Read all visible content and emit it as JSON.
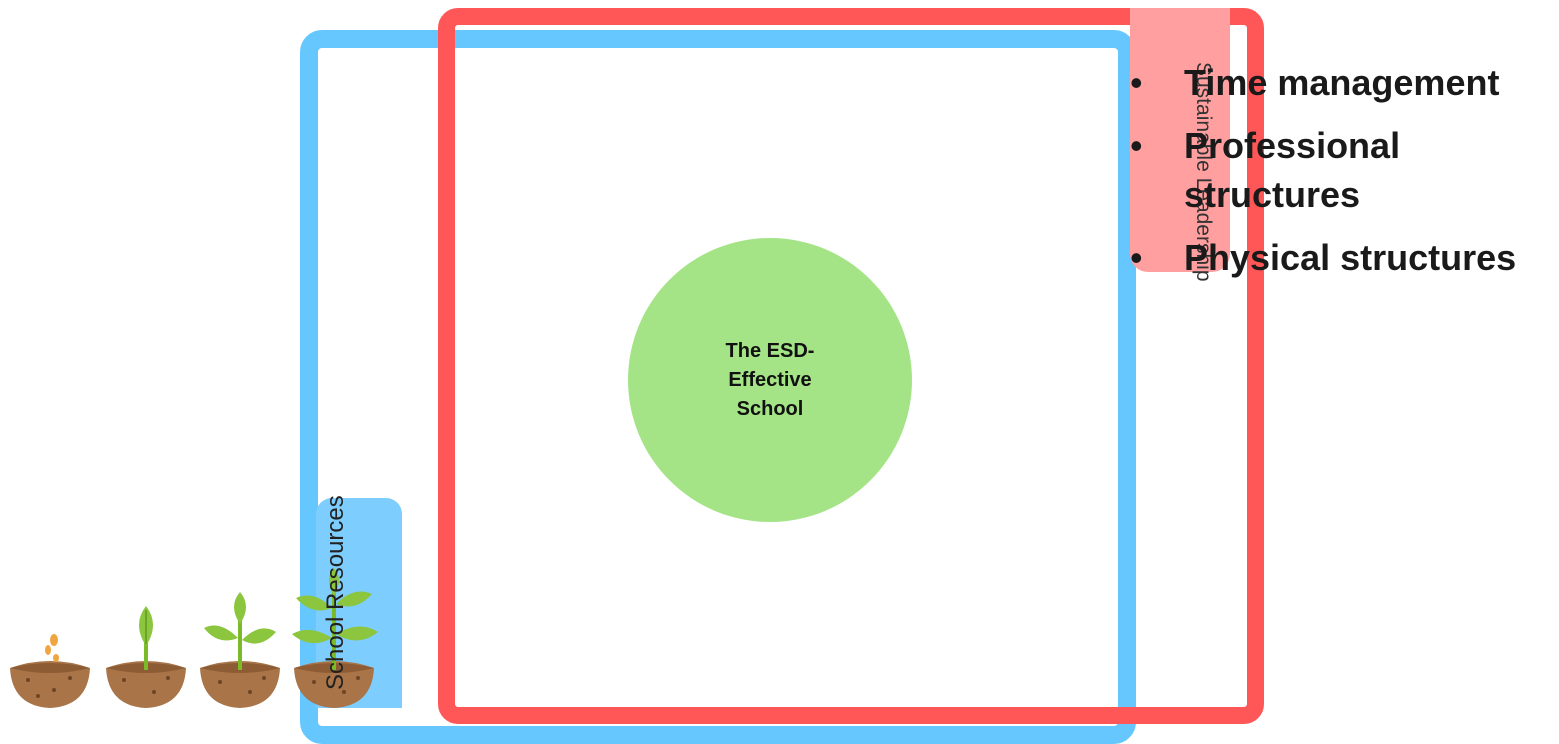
{
  "diagram": {
    "center_label": "The ESD-\nEffective\nSchool",
    "leadership_tab_label": "Sustainable Leadership",
    "resources_tab_label": "School Resources"
  },
  "bullets": [
    "Time management",
    "Professional structures",
    "Physical structures"
  ],
  "icons": [
    "seed-pot-icon",
    "sprout-pot-icon",
    "seedling-pot-icon",
    "young-plant-pot-icon"
  ],
  "colors": {
    "blue_frame": "#66c7ff",
    "red_frame": "#ff5757",
    "leadership_tab": "#ff9f9f",
    "resources_tab": "#7dcdff",
    "center_circle": "#a4e486"
  }
}
